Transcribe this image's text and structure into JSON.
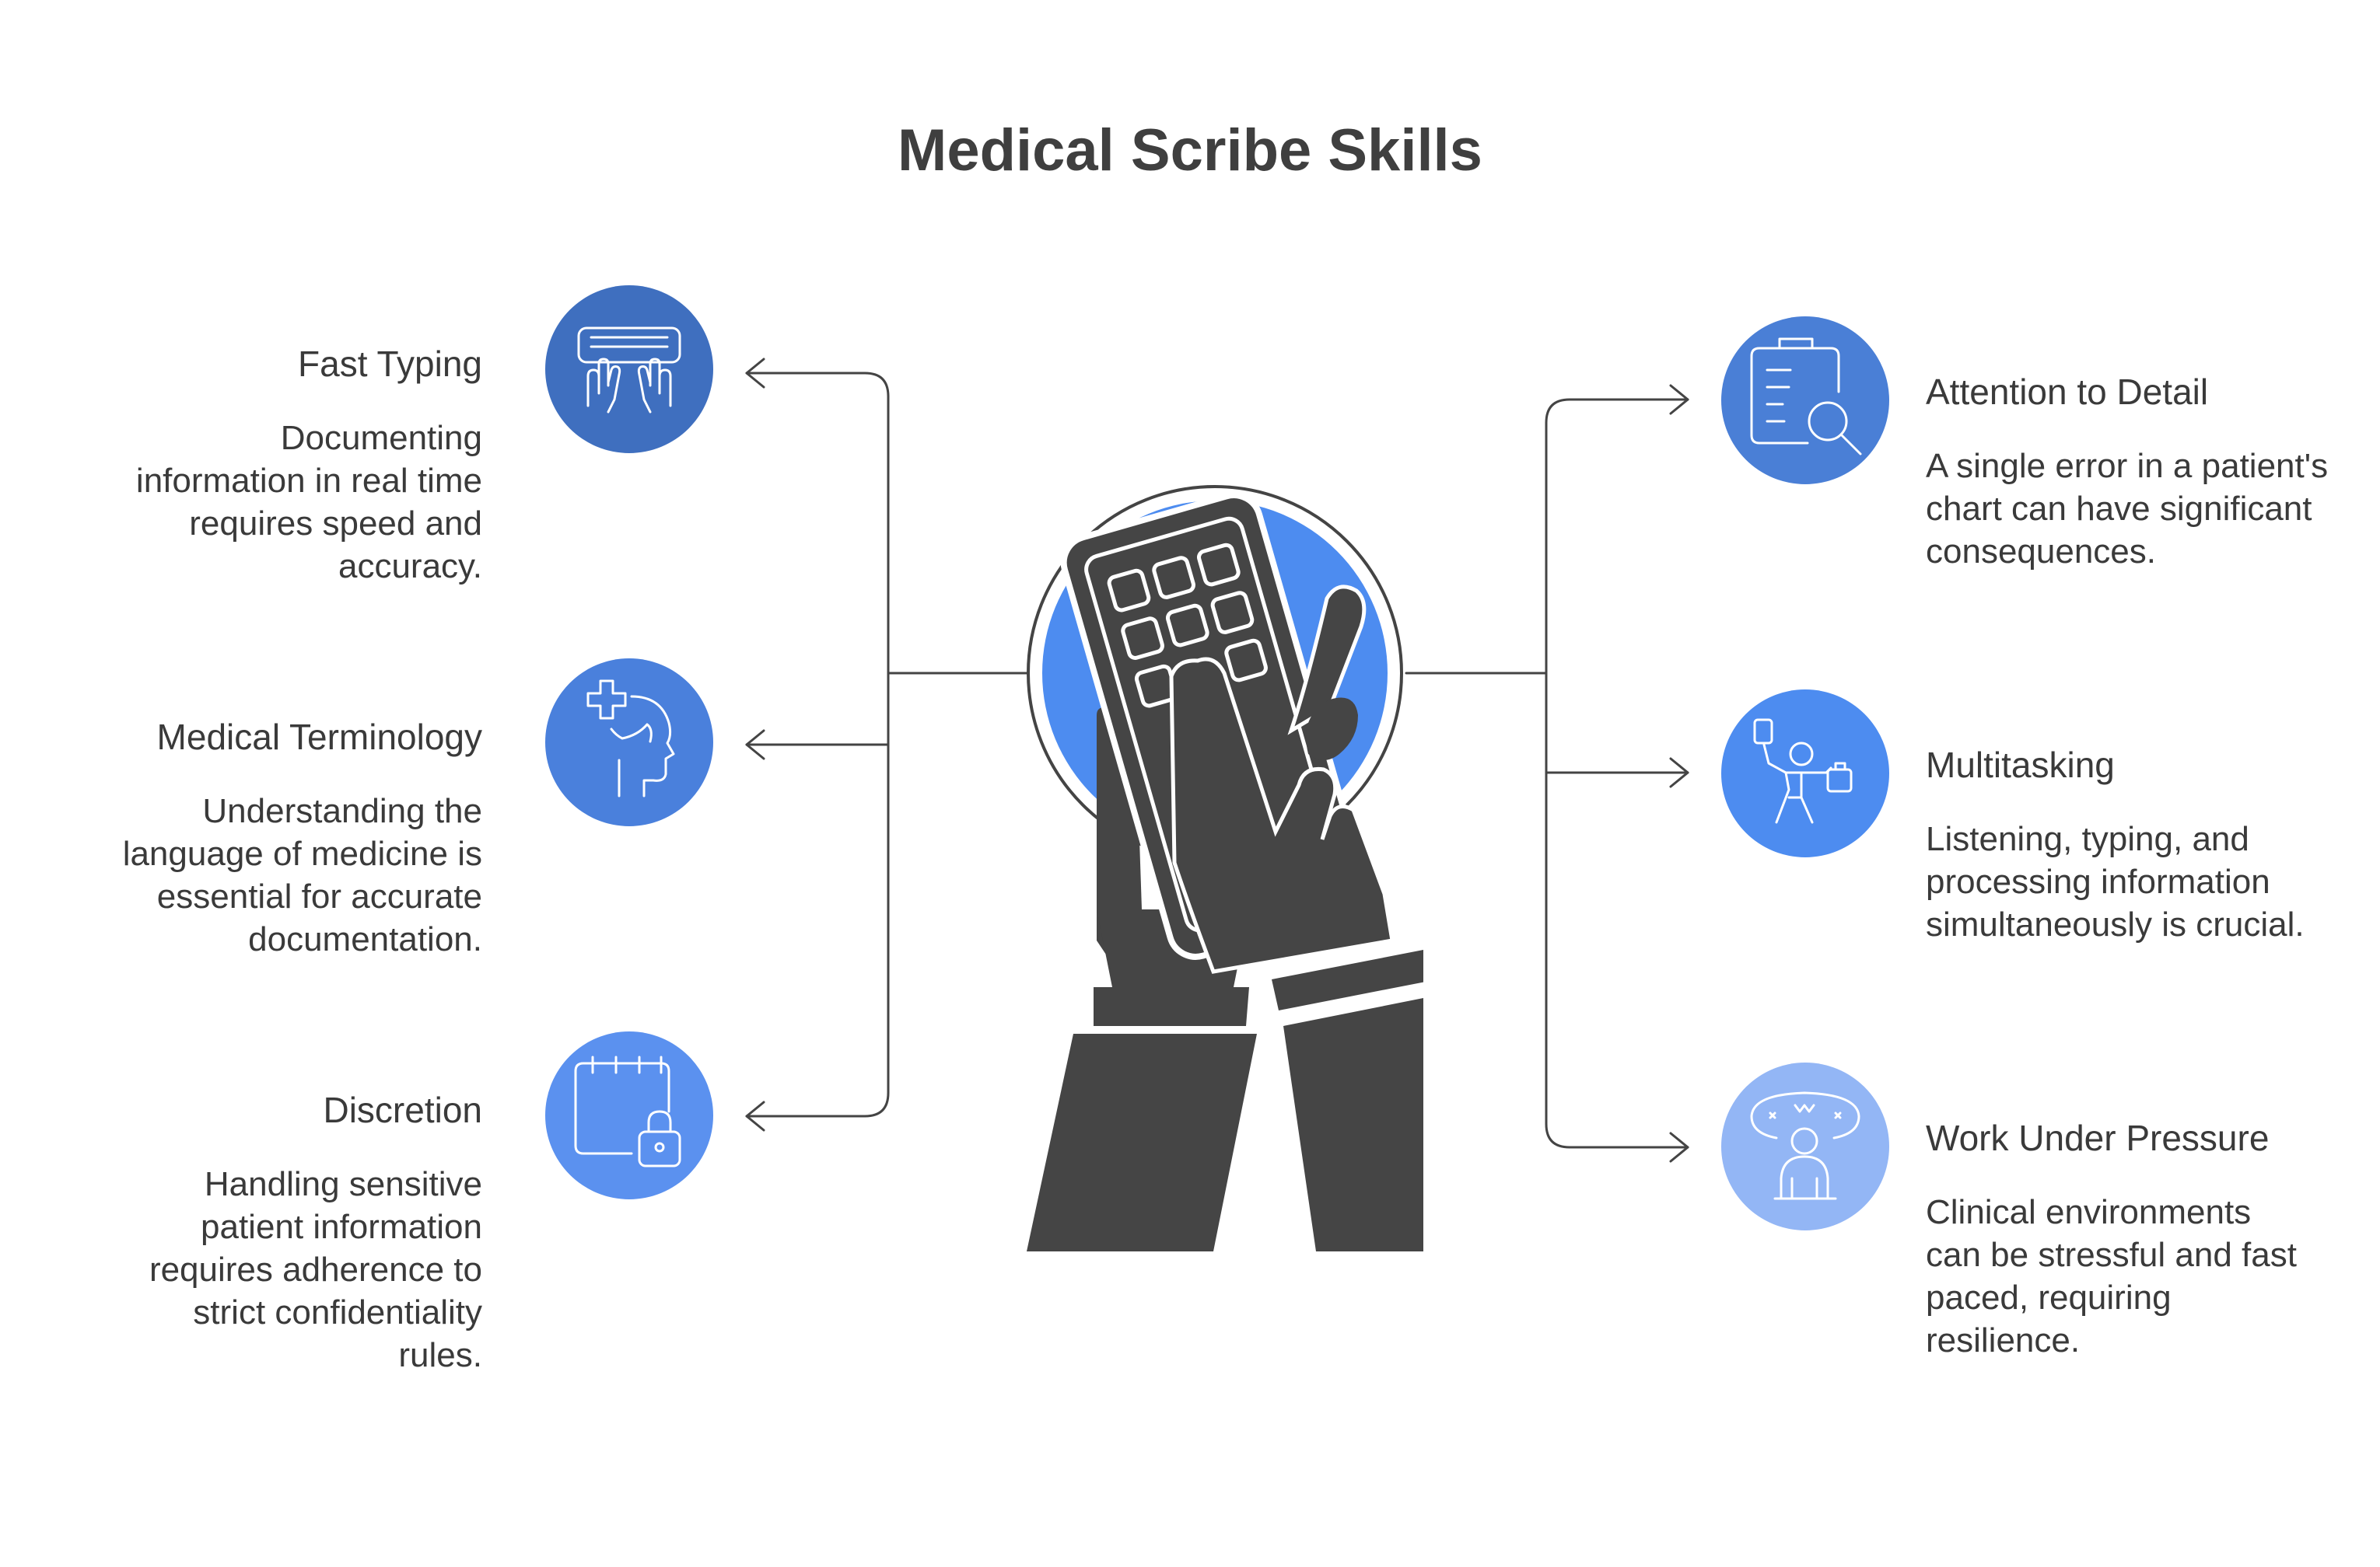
{
  "title": "Medical Scribe Skills",
  "skills_left": [
    {
      "title": "Fast Typing",
      "description": "Documenting information in real time requires speed and accuracy.",
      "icon": "keyboard-typing-hands-icon",
      "color": "#3f6fbf"
    },
    {
      "title": "Medical Terminology",
      "description": "Understanding the language of medicine is essential for accurate documentation.",
      "icon": "head-medical-cross-icon",
      "color": "#4a80dc"
    },
    {
      "title": "Discretion",
      "description": "Handling sensitive patient information requires adherence to strict confidentiality rules.",
      "icon": "calendar-lock-icon",
      "color": "#5b91ef"
    }
  ],
  "skills_right": [
    {
      "title": "Attention to Detail",
      "description": "A single error in a patient's chart can have significant consequences.",
      "icon": "clipboard-magnifier-icon",
      "color": "#4a7fd6"
    },
    {
      "title": "Multitasking",
      "description": "Listening, typing, and processing information simultaneously is crucial.",
      "icon": "person-juggling-tasks-icon",
      "color": "#4d8cf0"
    },
    {
      "title": "Work Under Pressure",
      "description": "Clinical environments can be stressful and fast paced, requiring resilience.",
      "icon": "stressed-person-icon",
      "color": "#93b6f5"
    }
  ],
  "center": {
    "icon": "hands-holding-tablet-icon",
    "accent_color": "#4d8cf0",
    "hand_color": "#454545"
  }
}
